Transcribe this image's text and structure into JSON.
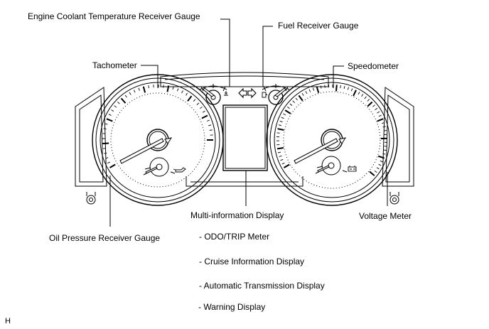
{
  "labels": {
    "engine_coolant": "Engine Coolant Temperature Receiver Gauge",
    "fuel": "Fuel Receiver Gauge",
    "tachometer": "Tachometer",
    "speedometer": "Speedometer",
    "multi_info": "Multi-information Display",
    "voltage": "Voltage Meter",
    "oil_pressure": "Oil Pressure Receiver Gauge"
  },
  "multi_info_items": [
    "- ODO/TRIP Meter",
    "- Cruise Information Display",
    "- Automatic Transmission Display",
    "- Warning Display"
  ],
  "figure_code": "H",
  "icons": [
    "coolant-temp-icon",
    "left-turn-arrow-icon",
    "right-turn-arrow-icon",
    "fuel-pump-icon",
    "oil-can-icon",
    "battery-icon"
  ]
}
